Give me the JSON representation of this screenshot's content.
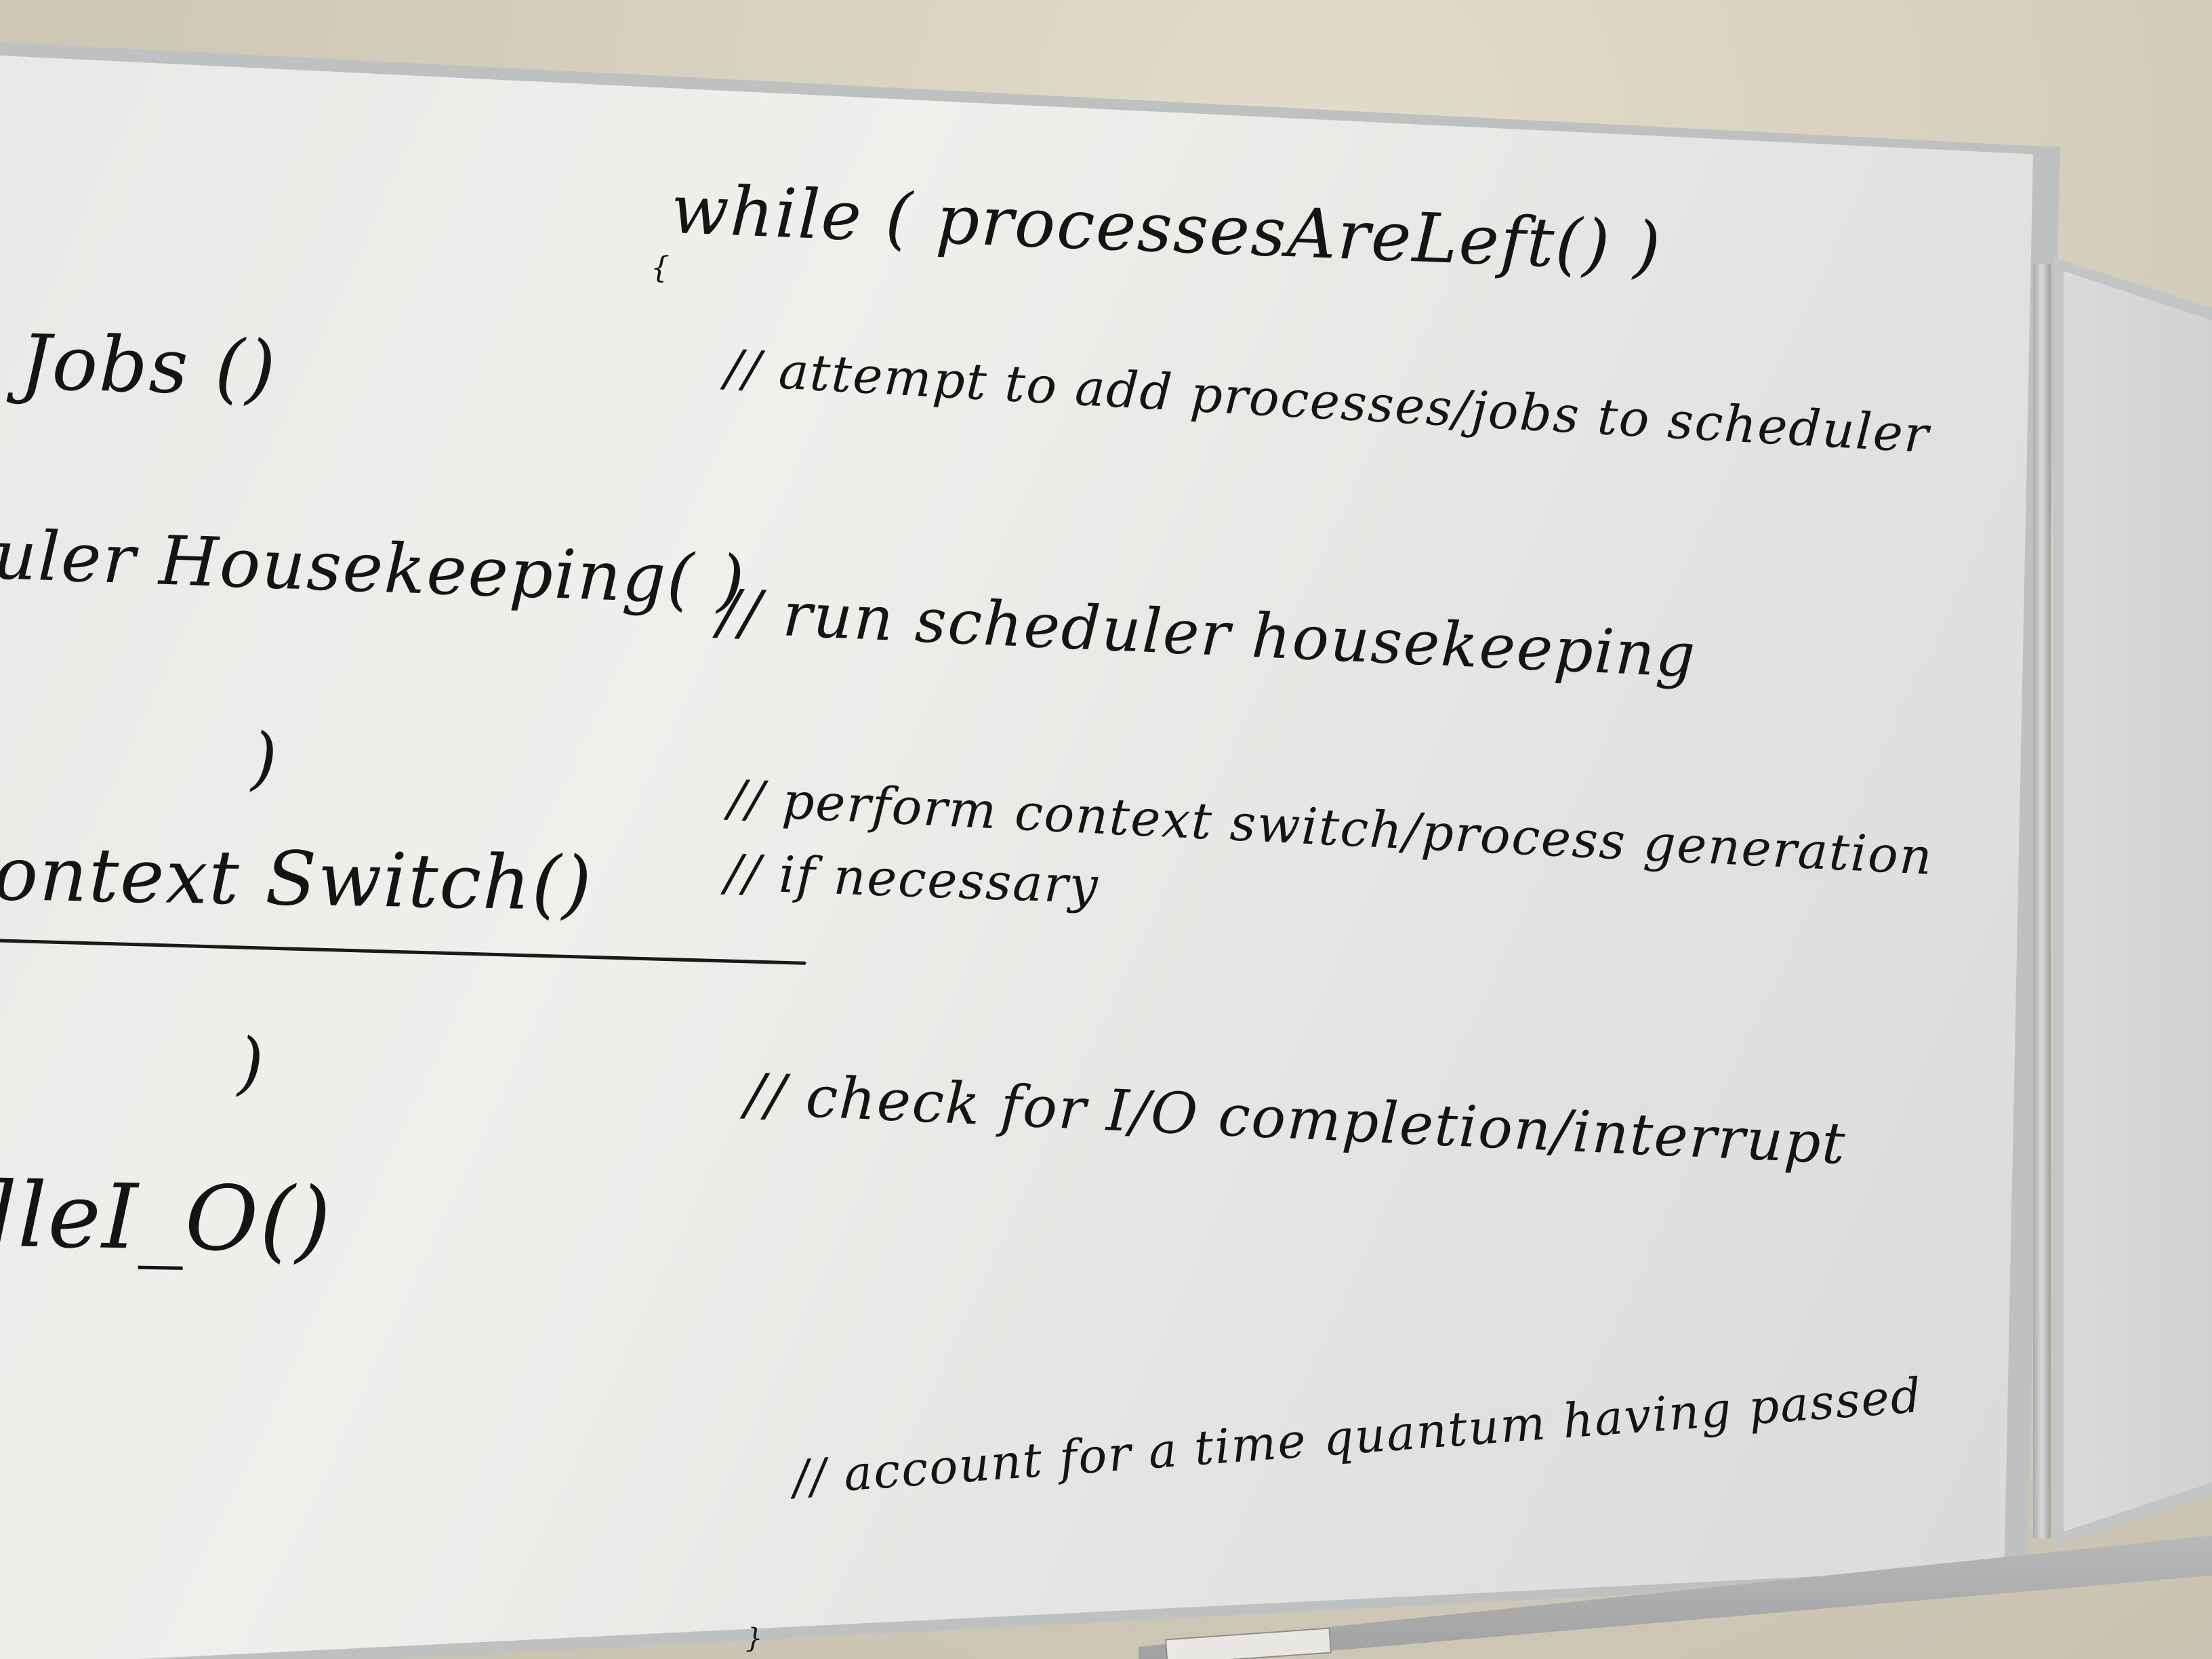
{
  "whiteboard": {
    "header": "while ( processesAreLeft() )",
    "open_brace": "{",
    "close_brace": "}",
    "left_column": [
      "Jobs ()",
      "uler Housekeeping( )",
      ")",
      "ontext Switch()",
      ")",
      "dleI_O()"
    ],
    "comments": [
      "// attempt to add processes/jobs to scheduler",
      "// run scheduler housekeeping",
      "// perform context switch/process generation",
      "// if necessary",
      "// check for I/O completion/interrupt",
      "// account for a time quantum having passed"
    ]
  }
}
